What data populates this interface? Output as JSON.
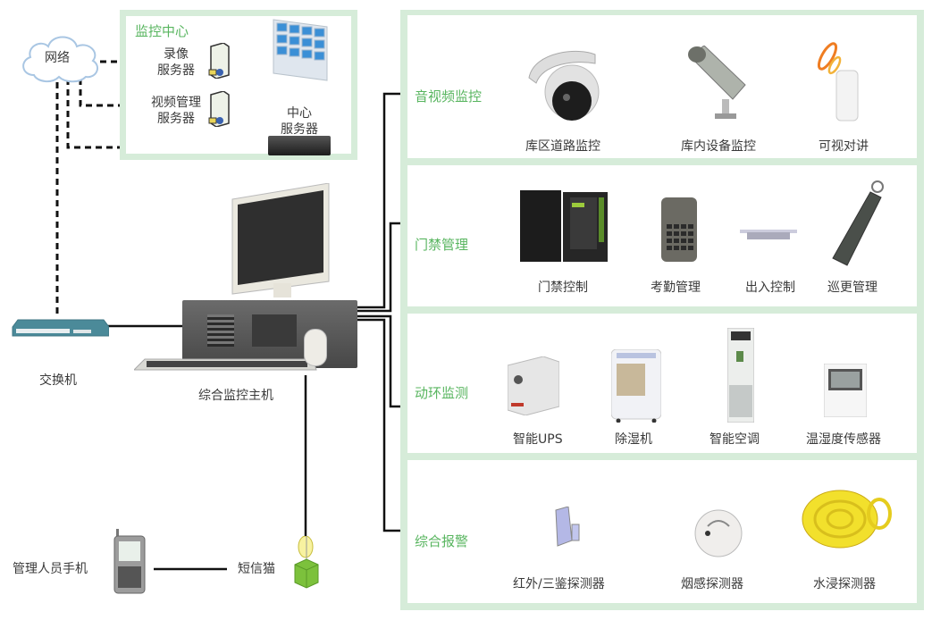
{
  "network": {
    "label": "网络"
  },
  "monitoring_center": {
    "title": "监控中心",
    "recording_server": "录像\n服务器",
    "video_mgmt_server": "视频管理\n服务器",
    "central_server": "中心\n服务器"
  },
  "switch": {
    "label": "交换机"
  },
  "host": {
    "label": "综合监控主机"
  },
  "sms_modem": {
    "label": "短信猫"
  },
  "manager_phone": {
    "label": "管理人员手机"
  },
  "categories": [
    {
      "title": "音视频监控",
      "devices": [
        "库区道路监控",
        "库内设备监控",
        "可视对讲"
      ]
    },
    {
      "title": "门禁管理",
      "devices": [
        "门禁控制",
        "考勤管理",
        "出入控制",
        "巡更管理"
      ]
    },
    {
      "title": "动环监测",
      "devices": [
        "智能UPS",
        "除湿机",
        "智能空调",
        "温湿度传感器"
      ]
    },
    {
      "title": "综合报警",
      "devices": [
        "红外/三鉴探测器",
        "烟感探测器",
        "水浸探测器"
      ]
    }
  ],
  "colors": {
    "accent_green": "#58b55f",
    "panel_border": "#d6ecd9",
    "line": "#111111"
  }
}
